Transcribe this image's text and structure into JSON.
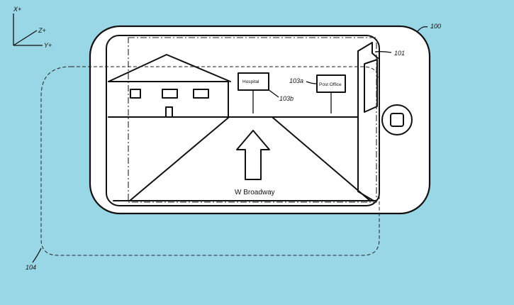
{
  "axes": {
    "x_label": "X+",
    "z_label": "Z+",
    "y_label": "Y+"
  },
  "refs": {
    "device": "100",
    "camera": "101",
    "tag_post_office": "103a",
    "tag_hospital": "103b",
    "field_of_view": "104"
  },
  "tags": {
    "hospital": "Hospital",
    "post_office": "Post Office"
  },
  "road_label": "W Broadway",
  "colors": {
    "background": "#99d6e6",
    "ink": "#111111",
    "device_fill": "#ffffff"
  }
}
